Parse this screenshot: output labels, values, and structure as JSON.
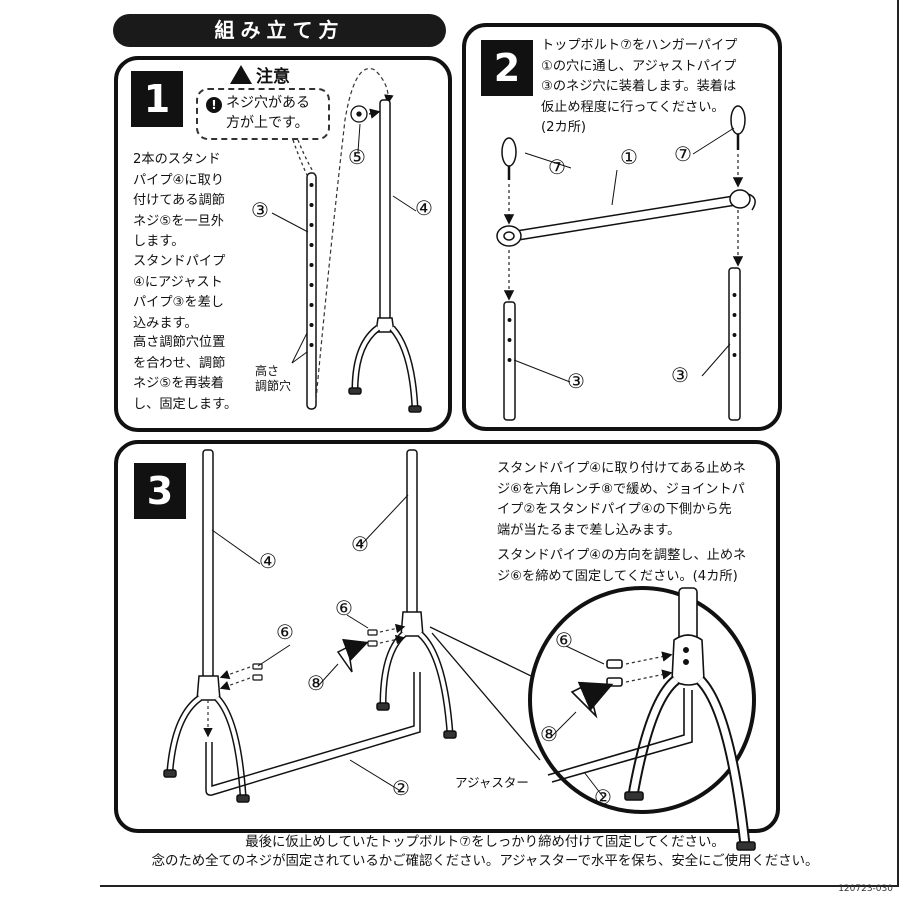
{
  "title": "組み立て方",
  "step1": {
    "number": "1",
    "warning_title": "注意",
    "warning_mark": "!",
    "warning_text_1": "ネジ穴がある",
    "warning_text_2": "方が上です。",
    "para1": [
      "2本のスタンド",
      "パイプ④に取り",
      "付けてある調節",
      "ネジ⑤を一旦外",
      "します。"
    ],
    "para2": [
      "スタンドパイプ",
      "④にアジャスト",
      "パイプ③を差し",
      "込みます。"
    ],
    "para3": [
      "高さ調節穴位置",
      "を合わせ、調節",
      "ネジ⑤を再装着",
      "し、固定します。"
    ],
    "hole_label_1": "高さ",
    "hole_label_2": "調節穴",
    "callout_3": "③",
    "callout_4": "④",
    "callout_5": "⑤"
  },
  "step2": {
    "number": "2",
    "lines": [
      "トップボルト⑦をハンガーパイプ",
      "①の穴に通し、アジャストパイプ",
      "③のネジ穴に装着します。装着は",
      "仮止め程度に行ってください。",
      "(2カ所)"
    ],
    "callout_7a": "⑦",
    "callout_7b": "⑦",
    "callout_1": "①",
    "callout_3a": "③",
    "callout_3b": "③"
  },
  "step3": {
    "number": "3",
    "para1": [
      "スタンドパイプ④に取り付けてある止めネ",
      "ジ⑥を六角レンチ⑧で緩め、ジョイントパ",
      "イプ②をスタンドパイプ④の下側から先",
      "端が当たるまで差し込みます。"
    ],
    "para2": [
      "スタンドパイプ④の方向を調整し、止めネ",
      "ジ⑥を締めて固定してください。(4カ所)"
    ],
    "callout_4a": "④",
    "callout_4b": "④",
    "callout_6a": "⑥",
    "callout_6b": "⑥",
    "callout_6c": "⑥",
    "callout_8a": "⑧",
    "callout_8b": "⑧",
    "callout_2a": "②",
    "callout_2b": "②",
    "adjuster_label": "アジャスター"
  },
  "footer": {
    "line1": "最後に仮止めしていたトップボルト⑦をしっかり締め付けて固定してください。",
    "line2": "念のため全てのネジが固定されているかご確認ください。アジャスターで水平を保ち、安全にご使用ください。"
  },
  "doc_code": "120723-030"
}
